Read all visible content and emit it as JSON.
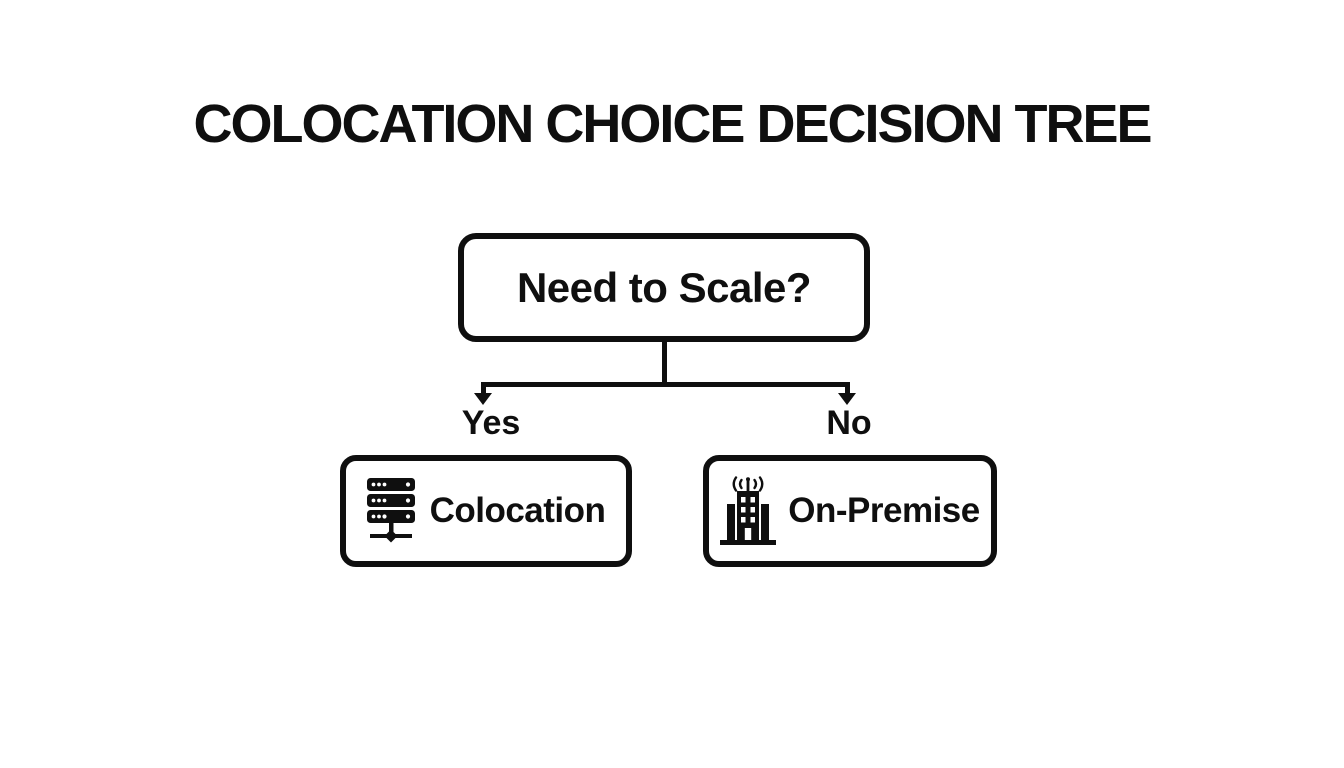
{
  "title": "COLOCATION CHOICE DECISION TREE",
  "decision": {
    "label": "Need to Scale?"
  },
  "branches": {
    "yes": {
      "label": "Yes",
      "outcome": "Colocation",
      "icon": "server-rack-icon"
    },
    "no": {
      "label": "No",
      "outcome": "On-Premise",
      "icon": "building-antenna-icon"
    }
  },
  "colors": {
    "ink": "#0f0f0f",
    "background": "#ffffff"
  }
}
